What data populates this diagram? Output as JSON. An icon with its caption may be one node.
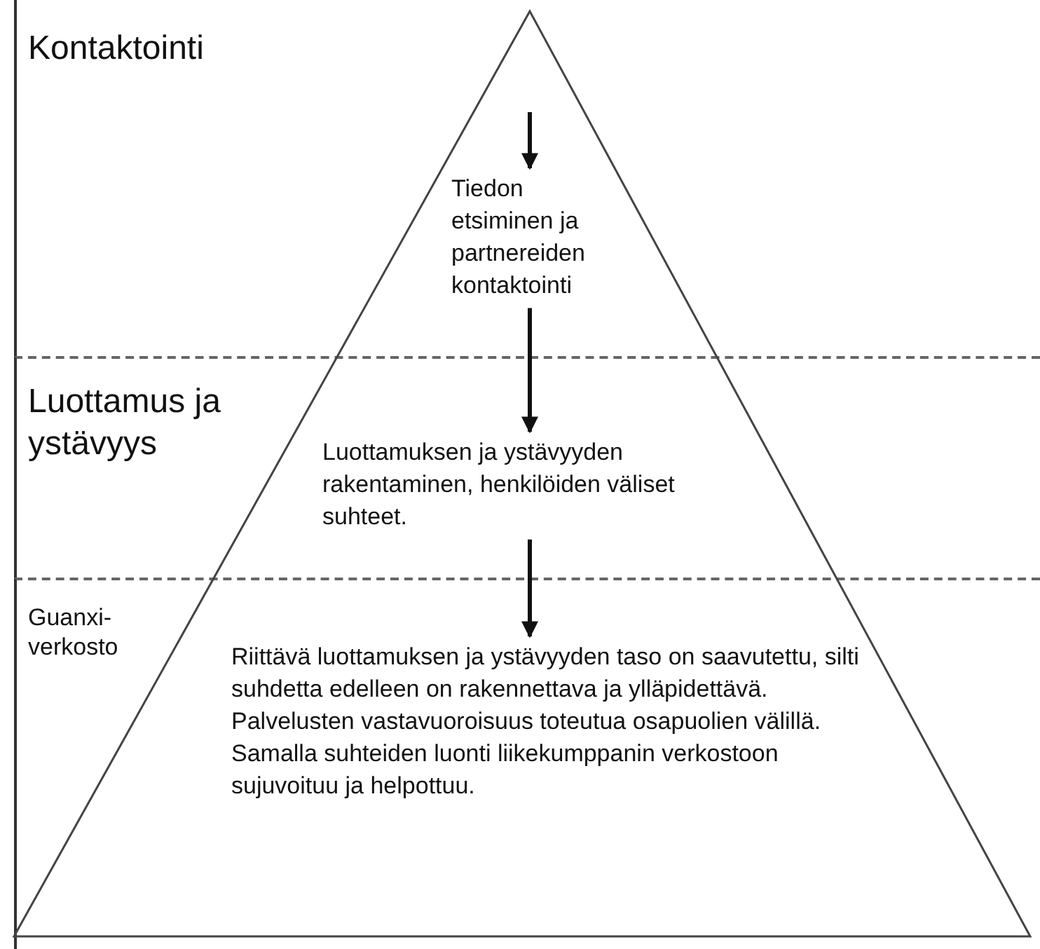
{
  "diagram": {
    "nodes": [
      {
        "text": [
          "Kontaktointi"
        ]
      },
      {
        "text": [
          "Tiedon etsiminen ja partnereiden kontaktointi"
        ],
        "in": 0
      },
      {
        "text": [
          "Luottamus ja ystävyys"
        ]
      },
      {
        "text": [
          "Luottamuksen ja ystävyyden rakentaminen, henkilöiden väliset suhteet."
        ],
        "in": 2
      },
      {
        "text": [
          "Guanxi-verkosto"
        ]
      },
      {
        "text": [
          "Riittävä luottamuksen ja ystävyyden taso on saavutettu, silti suhdetta edelleen on rakennettava ja ylläpidettävä. Palvelusten vastavuoroisuus toteutua osapuolien välillä. Samalla suhteiden luonti liikekumppanin verkostoon sujuvoituu ja helpottuu."
        ],
        "in": 4
      }
    ],
    "edges": [
      {
        "from": null,
        "to": 1,
        "arrow": "to"
      },
      {
        "from": 1,
        "to": 3,
        "arrow": "to"
      },
      {
        "from": 3,
        "to": 5,
        "arrow": "to"
      }
    ]
  }
}
